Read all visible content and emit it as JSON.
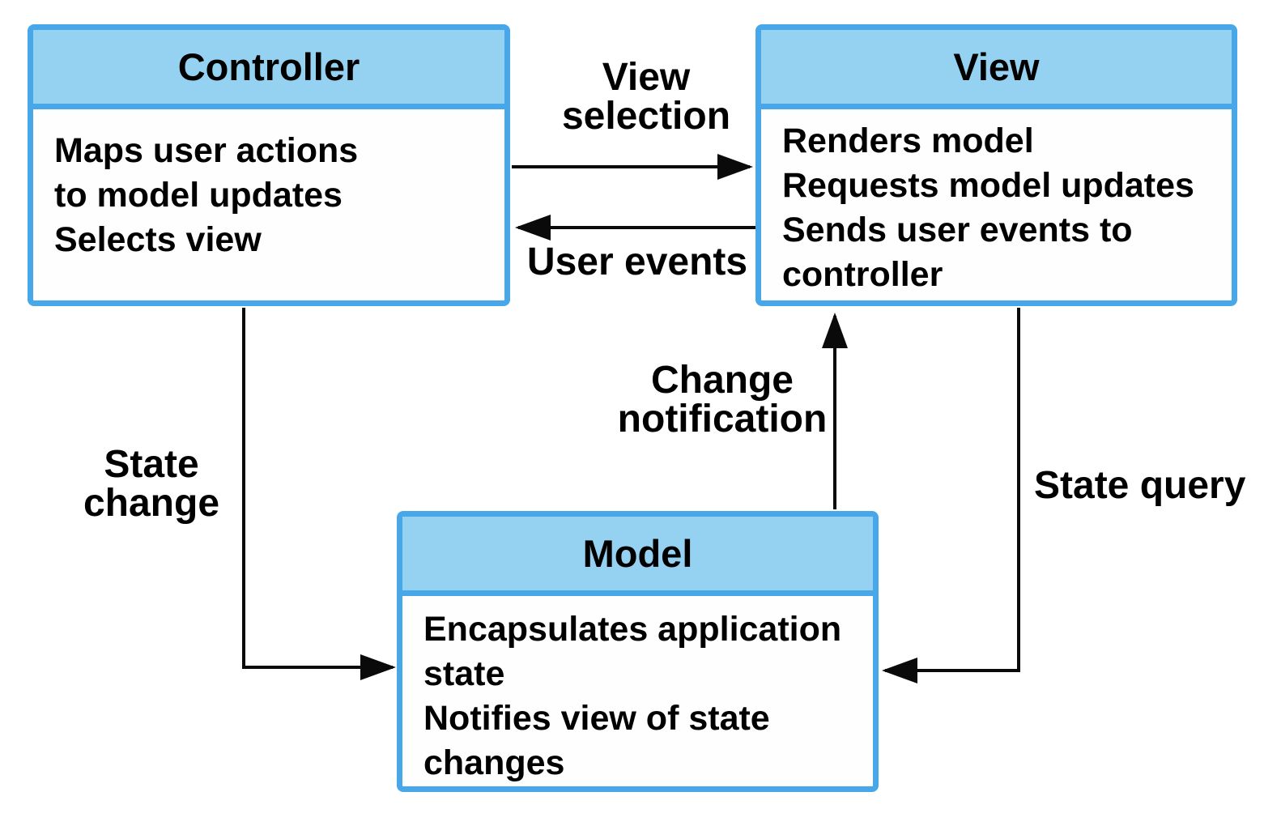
{
  "colors": {
    "background": "#ffffff",
    "box_border": "#47a7e8",
    "box_header_fill": "#95d2f1",
    "box_body_fill": "#fefefe",
    "arrow_color": "#0a0a0a",
    "text_color": "#000000"
  },
  "boxes": {
    "controller": {
      "title": "Controller",
      "body_lines": [
        "Maps user actions",
        "to model updates",
        "Selects view"
      ]
    },
    "view": {
      "title": "View",
      "body_lines": [
        "Renders model",
        "Requests model updates",
        "Sends user events to",
        "controller"
      ]
    },
    "model": {
      "title": "Model",
      "body_lines": [
        "Encapsulates application",
        "state",
        "Notifies view of state",
        "changes"
      ]
    }
  },
  "arrows": {
    "view_selection": {
      "label_lines": [
        "View",
        "selection"
      ],
      "from": "Controller",
      "to": "View"
    },
    "user_events": {
      "label_lines": [
        "User events"
      ],
      "from": "View",
      "to": "Controller"
    },
    "change_notification": {
      "label_lines": [
        "Change",
        "notification"
      ],
      "from": "Model",
      "to": "View"
    },
    "state_query": {
      "label_lines": [
        "State query"
      ],
      "from": "View",
      "to": "Model"
    },
    "state_change": {
      "label_lines": [
        "State",
        "change"
      ],
      "from": "Controller",
      "to": "Model"
    }
  }
}
